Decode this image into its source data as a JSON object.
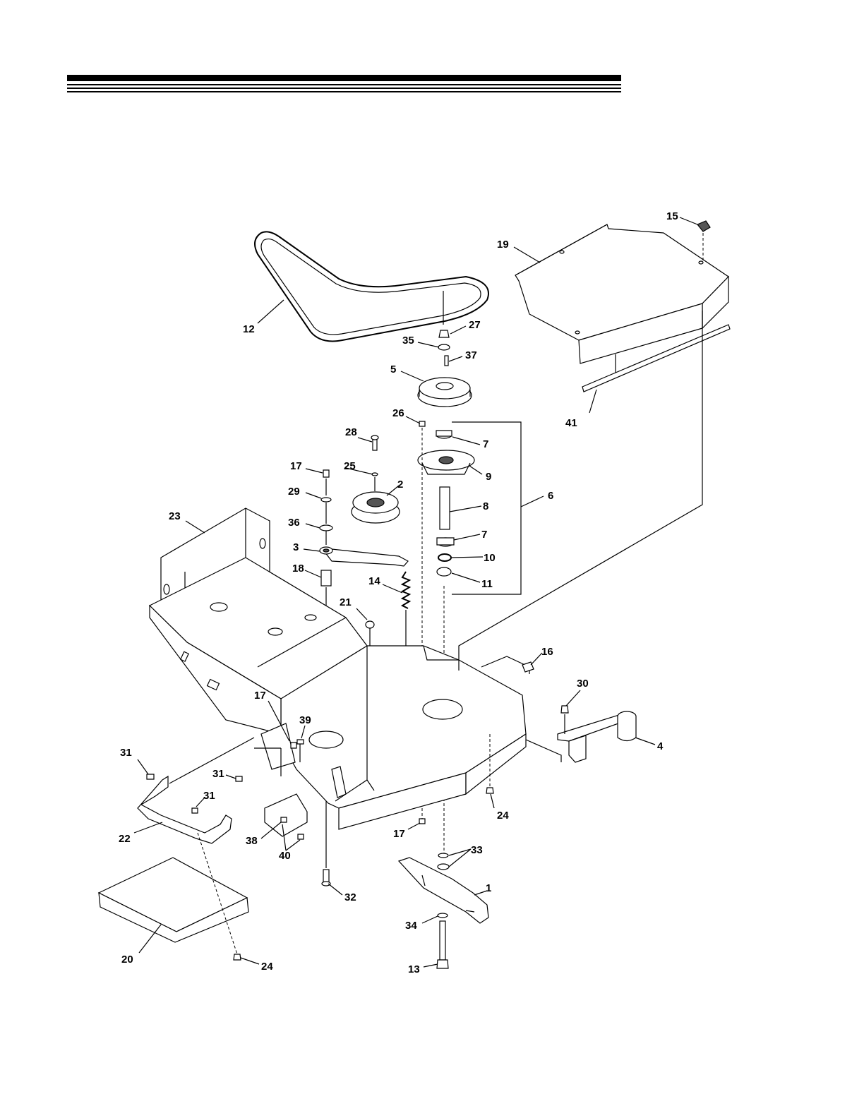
{
  "diagram": {
    "callouts": [
      "1",
      "2",
      "3",
      "4",
      "5",
      "6",
      "7",
      "7",
      "8",
      "9",
      "10",
      "11",
      "12",
      "13",
      "14",
      "15",
      "16",
      "17",
      "17",
      "17",
      "18",
      "19",
      "20",
      "21",
      "22",
      "23",
      "24",
      "24",
      "24",
      "25",
      "26",
      "27",
      "28",
      "29",
      "30",
      "31",
      "31",
      "31",
      "32",
      "33",
      "34",
      "35",
      "36",
      "37",
      "38",
      "39",
      "40",
      "41"
    ]
  }
}
